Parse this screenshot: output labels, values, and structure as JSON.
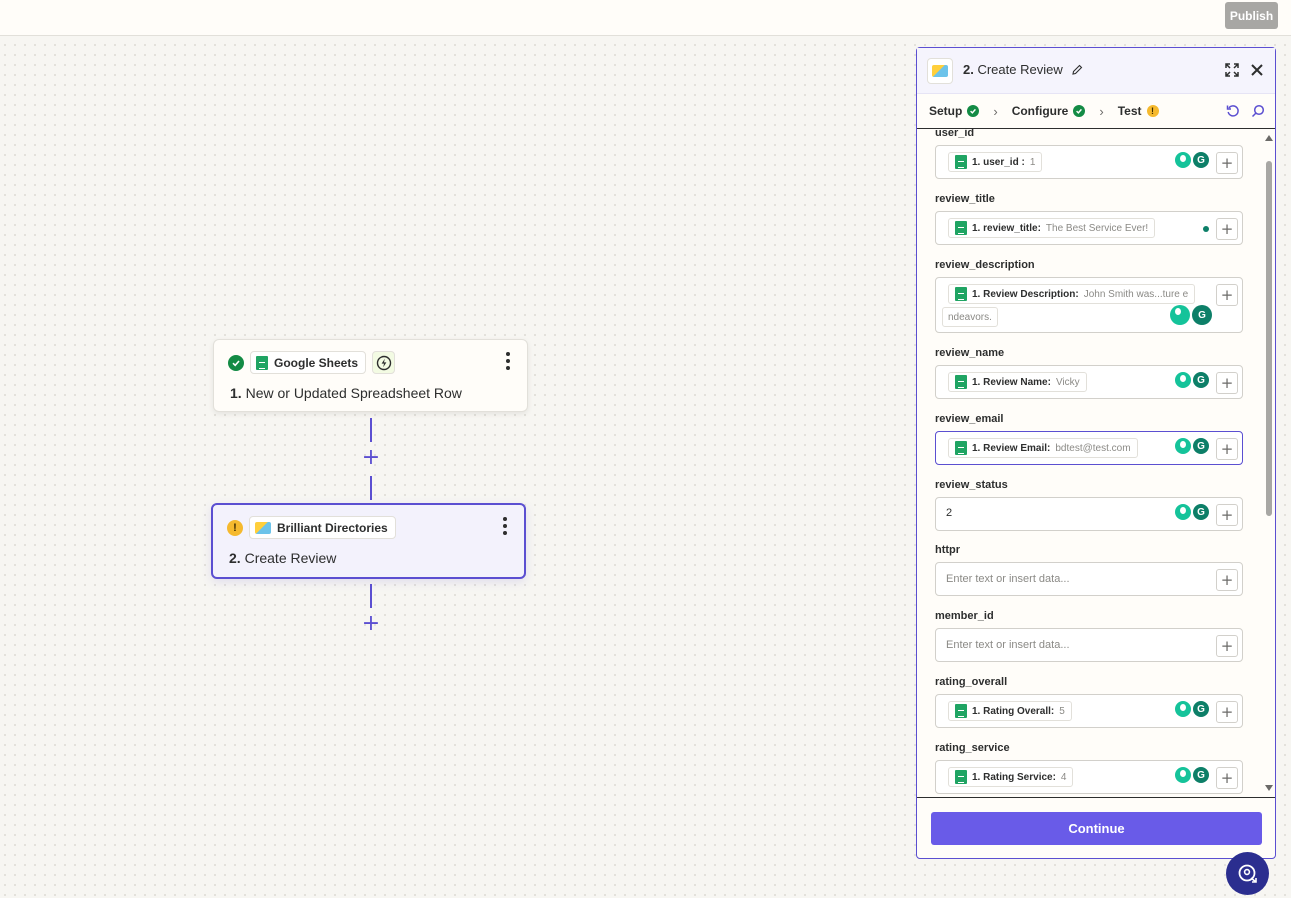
{
  "topbar": {
    "publish_label": "Publish"
  },
  "canvas": {
    "nodes": [
      {
        "status": "success",
        "app": "Google Sheets",
        "step_number": "1.",
        "title": "New or Updated Spreadsheet Row"
      },
      {
        "status": "warning",
        "app": "Brilliant Directories",
        "step_number": "2.",
        "title": "Create Review"
      }
    ],
    "add_step_symbol": "+"
  },
  "panel": {
    "step_number": "2.",
    "title": "Create Review",
    "steps": [
      {
        "label": "Setup",
        "state": "complete"
      },
      {
        "label": "Configure",
        "state": "complete"
      },
      {
        "label": "Test",
        "state": "warning"
      }
    ],
    "fields": [
      {
        "label": "user_id",
        "pill_key": "1. user_id :",
        "pill_value": "1"
      },
      {
        "label": "review_title",
        "pill_key": "1. review_title:",
        "pill_value": "The Best Service Ever!"
      },
      {
        "label": "review_description",
        "pill_key": "1. Review Description:",
        "pill_value": "John Smith was...ture e",
        "pill_value_cont": "ndeavors."
      },
      {
        "label": "review_name",
        "pill_key": "1. Review Name:",
        "pill_value": "Vicky"
      },
      {
        "label": "review_email",
        "pill_key": "1. Review Email:",
        "pill_value": "bdtest@test.com"
      },
      {
        "label": "review_status",
        "value": "2"
      },
      {
        "label": "httpr",
        "placeholder": "Enter text or insert data..."
      },
      {
        "label": "member_id",
        "placeholder": "Enter text or insert data..."
      },
      {
        "label": "rating_overall",
        "pill_key": "1. Rating Overall:",
        "pill_value": "5"
      },
      {
        "label": "rating_service",
        "pill_key": "1. Rating Service:",
        "pill_value": "4"
      }
    ],
    "add_symbol": "+",
    "grammarly_letter": "G",
    "continue_label": "Continue"
  },
  "colors": {
    "accent": "#5b4fd1",
    "continue": "#695be8",
    "success": "#138b45",
    "warning": "#f5b92e",
    "sheets_green": "#1fa463",
    "grammarly": "#15c39a"
  },
  "icons": [
    "check-icon",
    "warning-icon",
    "sheets-icon",
    "bolt-icon",
    "kebab-icon",
    "pencil-icon",
    "expand-icon",
    "close-icon",
    "chevron-right-icon",
    "refresh-icon",
    "search-icon",
    "plus-icon",
    "grammarly-bulb-icon",
    "grammarly-g-icon",
    "help-icon"
  ]
}
